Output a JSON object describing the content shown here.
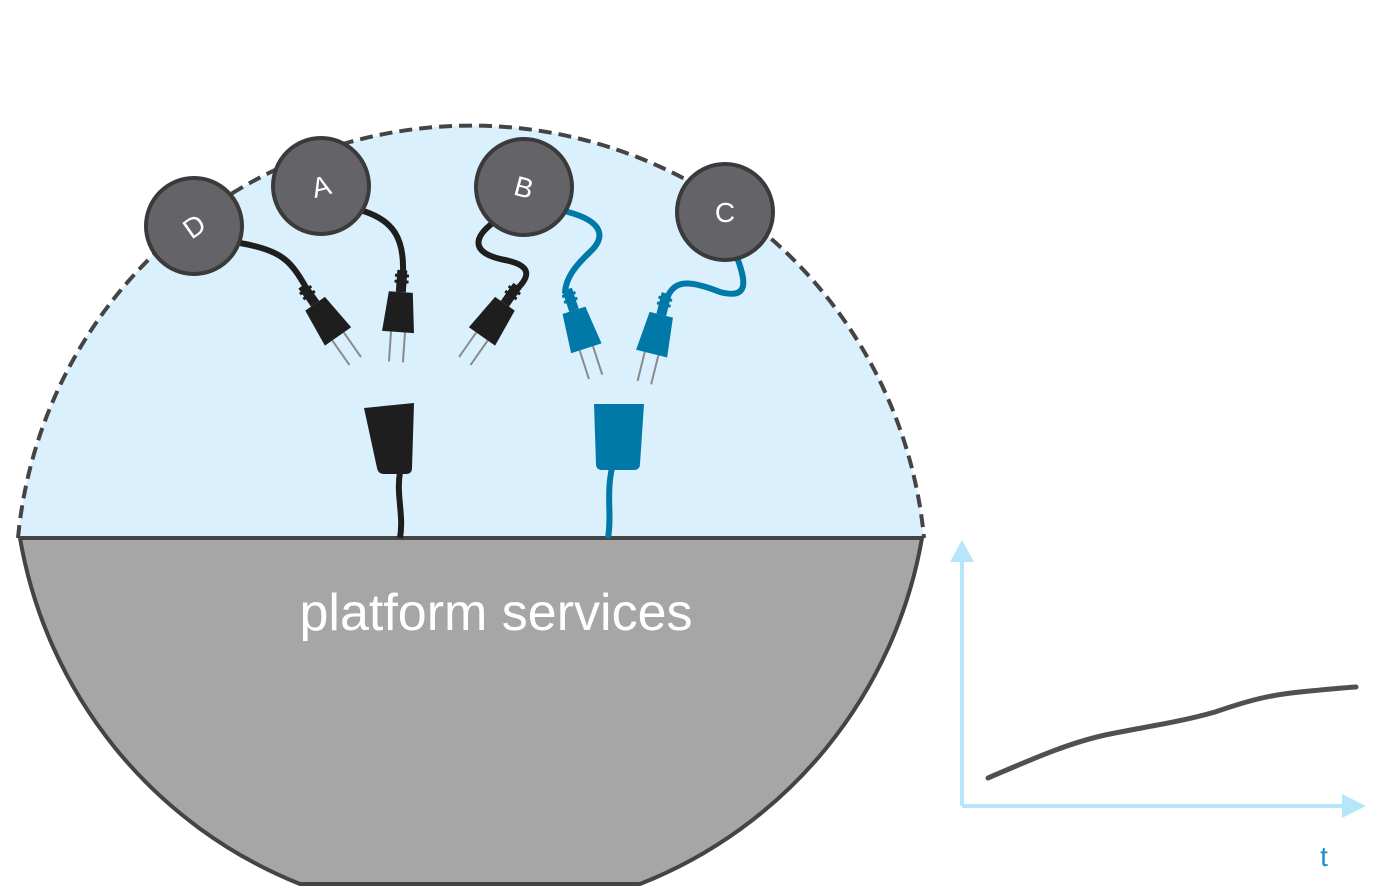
{
  "diagram": {
    "platform": {
      "label": "platform services"
    },
    "services": [
      {
        "label": "D",
        "cable_color": "#1e1e1e"
      },
      {
        "label": "A",
        "cable_color": "#1e1e1e"
      },
      {
        "label": "B",
        "cable_color": "#1e1e1e"
      },
      {
        "label": "C",
        "cable_color": "#0079a8"
      }
    ],
    "sockets": [
      {
        "color": "#1e1e1e"
      },
      {
        "color": "#0079a8"
      }
    ],
    "chart": {
      "x_label": "t"
    }
  },
  "colors": {
    "sky": "#daf1fd",
    "ground": "#a6a6a6",
    "outline": "#444444",
    "service_circle": "#646367",
    "black_cable": "#1e1e1e",
    "blue_cable": "#0079a8",
    "axis": "#b5e6fa",
    "curve": "#505050",
    "axis_label": "#1a8fd0"
  }
}
